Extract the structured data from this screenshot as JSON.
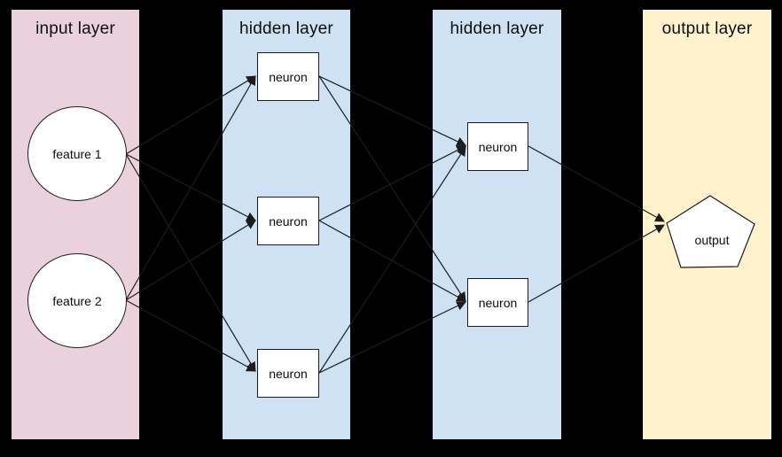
{
  "panels": [
    {
      "title": "input layer",
      "bg": "#ead1dc"
    },
    {
      "title": "hidden layer",
      "bg": "#cfe2f3"
    },
    {
      "title": "hidden layer",
      "bg": "#cfe2f3"
    },
    {
      "title": "output layer",
      "bg": "#fff2cc"
    }
  ],
  "nodes": {
    "feature1": {
      "label": "feature 1",
      "shape": "circle"
    },
    "feature2": {
      "label": "feature 2",
      "shape": "circle"
    },
    "h1n1": {
      "label": "neuron",
      "shape": "rectangle"
    },
    "h1n2": {
      "label": "neuron",
      "shape": "rectangle"
    },
    "h1n3": {
      "label": "neuron",
      "shape": "rectangle"
    },
    "h2n1": {
      "label": "neuron",
      "shape": "rectangle"
    },
    "h2n2": {
      "label": "neuron",
      "shape": "rectangle"
    },
    "output": {
      "label": "output",
      "shape": "pentagon"
    }
  },
  "colors": {
    "background": "#000000",
    "node_fill": "#ffffff",
    "stroke": "#000000",
    "input_panel": "#ead1dc",
    "hidden_panel": "#cfe2f3",
    "output_panel": "#fff2cc"
  }
}
